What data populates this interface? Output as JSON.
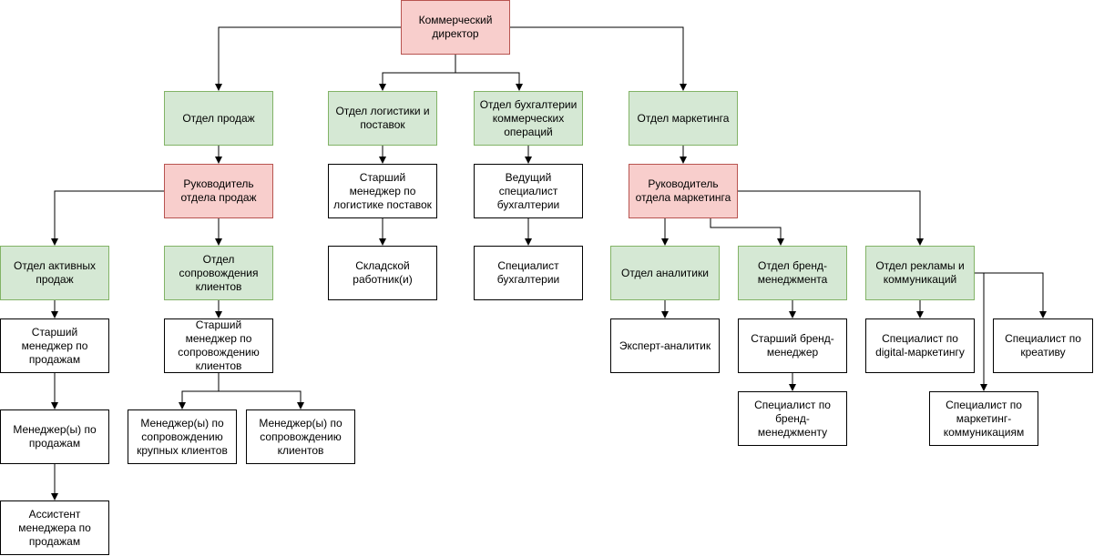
{
  "diagram": {
    "nodes": {
      "commercial_director": "Коммерческий директор",
      "sales_dept": "Отдел продаж",
      "logistics_dept": "Отдел логистики и поставок",
      "accounting_dept": "Отдел бухгалтерии коммерческих операций",
      "marketing_dept": "Отдел маркетинга",
      "sales_head": "Руководитель отдела продаж",
      "logistics_senior": "Старший менеджер по логистике поставок",
      "accounting_lead": "Ведущий специалист бухгалтерии",
      "marketing_head": "Руководитель отдела маркетинга",
      "active_sales_dept": "Отдел активных продаж",
      "client_support_dept": "Отдел сопровождения клиентов",
      "warehouse_worker": "Складской работник(и)",
      "accounting_specialist": "Специалист бухгалтерии",
      "analytics_dept": "Отдел аналитики",
      "brand_dept": "Отдел бренд-менеджмента",
      "advertising_dept": "Отдел рекламы и коммуникаций",
      "sales_senior": "Старший менеджер по продажам",
      "support_senior": "Старший менеджер по сопровождению клиентов",
      "expert_analyst": "Эксперт-аналитик",
      "brand_senior": "Старший бренд-менеджер",
      "digital_specialist": "Специалист по digital-маркетингу",
      "creative_specialist": "Специалист по креативу",
      "sales_managers": "Менеджер(ы) по продажам",
      "key_account_managers": "Менеджер(ы) по сопровождению крупных клиентов",
      "client_support_managers": "Менеджер(ы) по сопровождению клиентов",
      "brand_specialist": "Специалист по бренд-менеджменту",
      "marcom_specialist": "Специалист по маркетинг-коммуникациям",
      "sales_assistant": "Ассистент менеджера по продажам"
    },
    "colors": {
      "red_fill": "#f8cecc",
      "red_stroke": "#b85450",
      "green_fill": "#d5e8d4",
      "green_stroke": "#82b366",
      "white_fill": "#ffffff",
      "line": "#000000"
    }
  }
}
